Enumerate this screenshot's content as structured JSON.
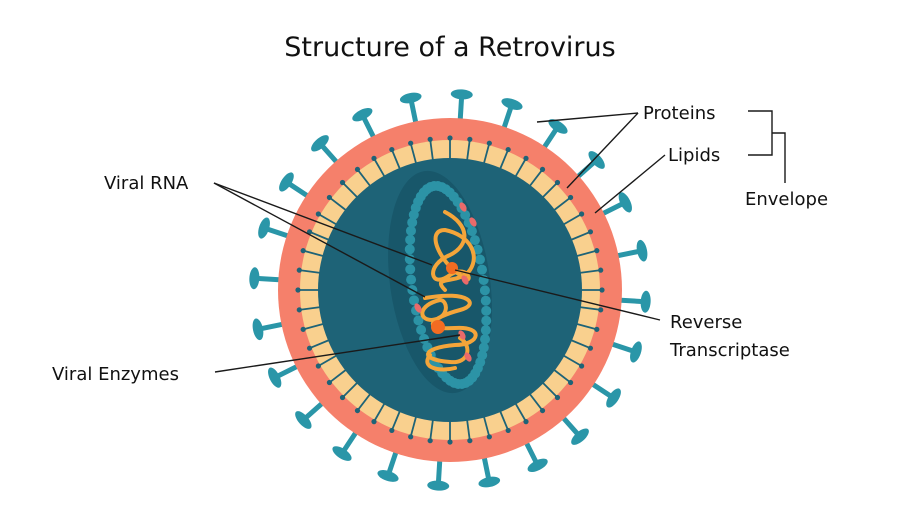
{
  "title": "Structure of a Retrovirus",
  "labels": {
    "proteins": "Proteins",
    "lipids": "Lipids",
    "envelope": "Envelope",
    "viral_rna": "Viral RNA",
    "viral_enzymes": "Viral Enzymes",
    "reverse_line1": "Reverse",
    "reverse_line2": "Transcriptase"
  },
  "colors": {
    "outer_envelope": "#f5806b",
    "lipid_layer": "#f9d08e",
    "core": "#1e6377",
    "capsid_beads": "#2c93a6",
    "spikes": "#2a96a8",
    "rna": "#f4a53a",
    "enzyme": "#f26c22",
    "small_enzymes": "#ea6a6a"
  }
}
